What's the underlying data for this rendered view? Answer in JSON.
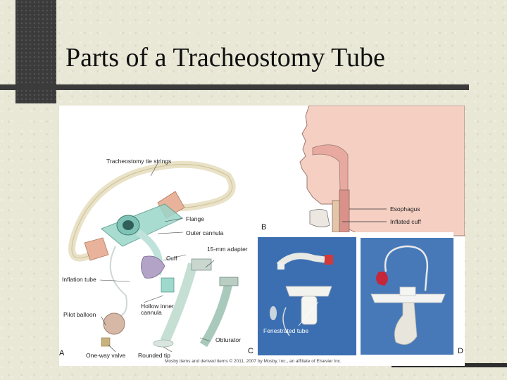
{
  "slide": {
    "title": "Parts of a Tracheostomy Tube"
  },
  "figure": {
    "panels": {
      "a": "A",
      "b": "B",
      "c": "C",
      "d": "D"
    },
    "labels_a": {
      "tie_strings": "Tracheostomy tie strings",
      "flange": "Flange",
      "outer_cannula": "Outer cannula",
      "cuff": "Cuff",
      "adapter": "15-mm adapter",
      "inflation_tube": "Inflation tube",
      "inner_cannula": "Hollow inner cannula",
      "pilot_balloon": "Pilot balloon",
      "obturator": "Obturator",
      "one_way_valve": "One-way valve",
      "rounded_tip": "Rounded tip"
    },
    "labels_b": {
      "esophagus": "Esophagus",
      "inflated_cuff": "Inflated cuff"
    },
    "labels_c": {
      "fenestrated_tube": "Fenestrated tube"
    },
    "credit": "Mosby items and derived items © 2011, 2007 by Mosby, Inc., an affiliate of Elsevier Inc."
  },
  "colors": {
    "background": "#e9e7d6",
    "dark_bar": "#3b3b3b",
    "photo_blue": "#3b6fb1"
  }
}
